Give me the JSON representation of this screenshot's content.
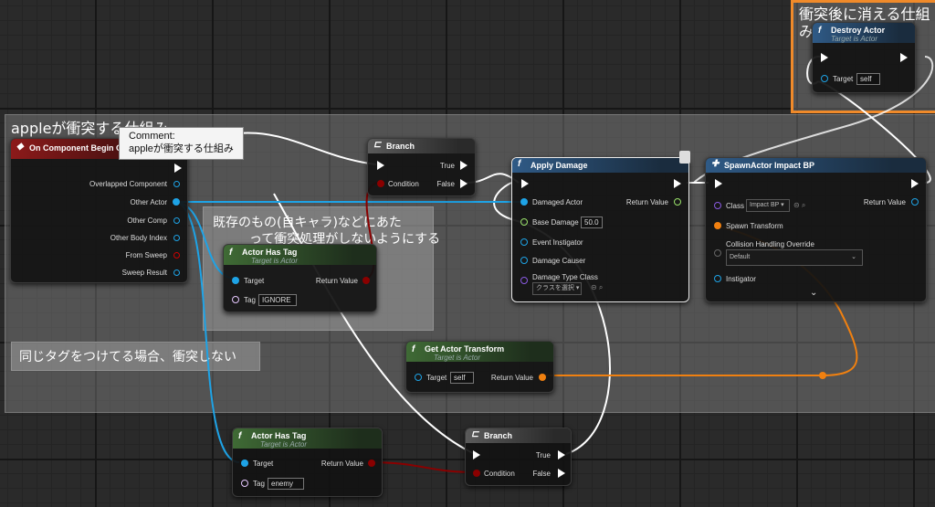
{
  "comments": {
    "main": "appleが衝突する仕組み",
    "top_right": "衝突後に消える仕組",
    "top_right_wrap": "み",
    "self_note_line1": "既存のもの(自キャラ)などにあた",
    "self_note_line2": "って衝突処理がしないようにする",
    "tag_note": "同じタグをつけてる場合、衝突しない"
  },
  "tooltip": {
    "line1": "Comment:",
    "line2": "appleが衝突する仕組み"
  },
  "begin_overlap": {
    "title": "On Component Begin Ove",
    "pins": [
      "Overlapped Component",
      "Other Actor",
      "Other Comp",
      "Other Body Index",
      "From Sweep",
      "Sweep Result"
    ]
  },
  "branch1": {
    "title": "Branch",
    "condition": "Condition",
    "true": "True",
    "false": "False"
  },
  "branch2": {
    "title": "Branch",
    "condition": "Condition",
    "true": "True",
    "false": "False"
  },
  "has_tag1": {
    "title": "Actor Has Tag",
    "subtitle": "Target is Actor",
    "target": "Target",
    "tag": "Tag",
    "tag_value": "IGNORE",
    "return": "Return Value"
  },
  "has_tag2": {
    "title": "Actor Has Tag",
    "subtitle": "Target is Actor",
    "target": "Target",
    "tag": "Tag",
    "tag_value": "enemy",
    "return": "Return Value"
  },
  "apply_damage": {
    "title": "Apply Damage",
    "damaged_actor": "Damaged Actor",
    "return": "Return Value",
    "base_damage": "Base Damage",
    "base_damage_value": "50.0",
    "instigator": "Event Instigator",
    "causer": "Damage Causer",
    "type_class": "Damage Type Class",
    "type_value": "クラスを選択"
  },
  "spawn_actor": {
    "title": "SpawnActor Impact BP",
    "class": "Class",
    "class_value": "Impact BP",
    "return": "Return Value",
    "transform": "Spawn Transform",
    "collision": "Collision Handling Override",
    "collision_value": "Default",
    "instigator": "Instigator"
  },
  "get_transform": {
    "title": "Get Actor Transform",
    "subtitle": "Target is Actor",
    "target": "Target",
    "target_value": "self",
    "return": "Return Value"
  },
  "destroy": {
    "title": "Destroy Actor",
    "subtitle": "Target is Actor",
    "target": "Target",
    "target_value": "self"
  },
  "colors": {
    "exec": "#ffffff",
    "object": "#1ea3e6",
    "bool": "#8a0000",
    "float": "#9be36b",
    "struct": "#f08010",
    "class": "#8a2be2"
  }
}
